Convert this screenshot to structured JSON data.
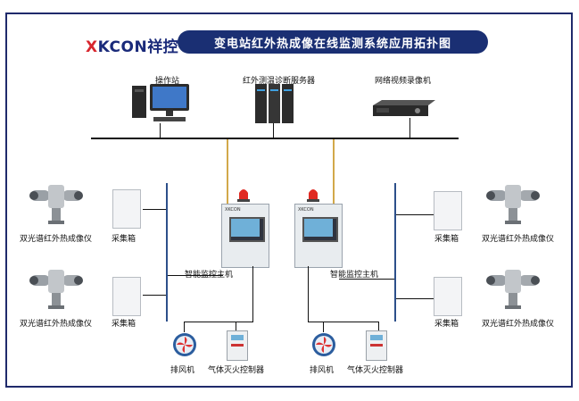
{
  "title": "变电站红外热成像在线监测系统应用拓扑图",
  "logo": {
    "mark": "X",
    "text": "KCON",
    "cn": "祥控"
  },
  "top": {
    "workstation": "操作站",
    "server": "红外测温诊断服务器",
    "nvr": "网络视频录像机"
  },
  "hosts": [
    "智能监控主机",
    "智能监控主机"
  ],
  "host_screen_label": "XKCON",
  "cameras": [
    "双光谱红外热成像仪",
    "双光谱红外热成像仪",
    "双光谱红外热成像仪",
    "双光谱红外热成像仪"
  ],
  "boxes": [
    "采集箱",
    "采集箱",
    "采集箱",
    "采集箱"
  ],
  "bottom": [
    "排风机",
    "气体灭火控制器",
    "排风机",
    "气体灭火控制器"
  ],
  "colors": {
    "frame": "#1f2a6b",
    "title_bg": "#1a2f73",
    "accent": "#d8262e",
    "bus": "#2c4f8a",
    "link": "#d2a84a"
  }
}
